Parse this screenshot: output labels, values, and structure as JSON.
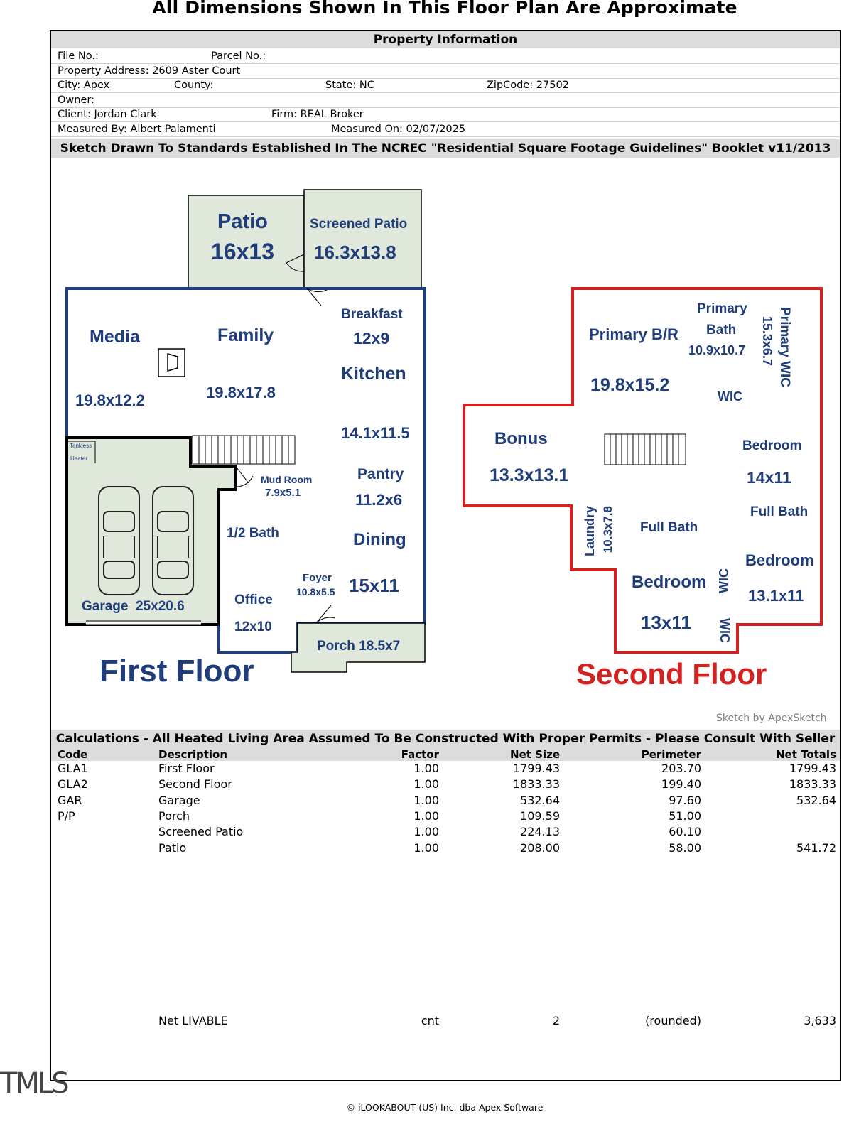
{
  "title": "All Dimensions Shown In This Floor Plan Are Approximate",
  "property_info": {
    "header": "Property Information",
    "file_no": "File No.:",
    "parcel_no": "Parcel No.:",
    "address": "Property Address: 2609 Aster Court",
    "city": "City: Apex",
    "county": "County:",
    "state": "State: NC",
    "zip": "ZipCode: 27502",
    "owner": "Owner:",
    "client": "Client: Jordan Clark",
    "firm": "Firm: REAL Broker",
    "measured_by": "Measured By: Albert Palamenti",
    "measured_on": "Measured On: 02/07/2025"
  },
  "sketch_header": "Sketch Drawn To Standards Established In The NCREC \"Residential Square Footage Guidelines\"  Booklet v11/2013",
  "first_floor": {
    "title": "First Floor",
    "color": "#1f3d7a",
    "rooms": {
      "patio": "Patio",
      "patio_size": "16x13",
      "screened": "Screened Patio",
      "screened_size": "16.3x13.8",
      "media": "Media",
      "media_size": "19.8x12.2",
      "family": "Family",
      "family_size": "19.8x17.8",
      "breakfast": "Breakfast",
      "breakfast_size": "12x9",
      "kitchen": "Kitchen",
      "kitchen_size": "14.1x11.5",
      "pantry": "Pantry",
      "pantry_size": "11.2x6",
      "mud": "Mud Room",
      "mud_size": "7.9x5.1",
      "half_bath": "1/2 Bath",
      "dining": "Dining",
      "dining_size": "15x11",
      "foyer": "Foyer",
      "foyer_size": "10.8x5.5",
      "office": "Office",
      "office_size": "12x10",
      "porch": "Porch 18.5x7",
      "garage": "Garage  25x20.6",
      "tankless": "Tankless",
      "heater": "Heater"
    }
  },
  "second_floor": {
    "title": "Second Floor",
    "color": "#d32020",
    "rooms": {
      "primary_br": "Primary B/R",
      "primary_br_size": "19.8x15.2",
      "primary_bath_1": "Primary",
      "primary_bath_2": "Bath",
      "primary_bath_size": "10.9x10.7",
      "primary_wic": "Primary WIC",
      "primary_wic_size": "15.3x6.7",
      "wic": "WIC",
      "bonus": "Bonus",
      "bonus_size": "13.3x13.1",
      "bedroom1": "Bedroom",
      "bedroom1_size": "14x11",
      "full_bath_1": "Full Bath",
      "laundry": "Laundry",
      "laundry_size": "10.3x7.8",
      "full_bath_2": "Full Bath",
      "bedroom2": "Bedroom",
      "bedroom2_size": "13.1x11",
      "bedroom3": "Bedroom",
      "bedroom3_size": "13x11",
      "wic2": "WIC",
      "wic3": "WIC"
    }
  },
  "sketch_credit": "Sketch by ApexSketch",
  "calculations": {
    "header": "Calculations - All Heated Living Area Assumed To Be Constructed With Proper Permits - Please Consult With Seller",
    "columns": [
      "Code",
      "Description",
      "Factor",
      "Net Size",
      "Perimeter",
      "Net Totals"
    ],
    "rows": [
      [
        "GLA1",
        "First Floor",
        "1.00",
        "1799.43",
        "203.70",
        "1799.43"
      ],
      [
        "GLA2",
        "Second Floor",
        "1.00",
        "1833.33",
        "199.40",
        "1833.33"
      ],
      [
        "GAR",
        "Garage",
        "1.00",
        "532.64",
        "97.60",
        "532.64"
      ],
      [
        "P/P",
        "Porch",
        "1.00",
        "109.59",
        "51.00",
        ""
      ],
      [
        "",
        "Screened Patio",
        "1.00",
        "224.13",
        "60.10",
        ""
      ],
      [
        "",
        "Patio",
        "1.00",
        "208.00",
        "58.00",
        "541.72"
      ]
    ],
    "net": [
      "",
      "Net LIVABLE",
      "cnt",
      "2",
      "(rounded)",
      "3,633"
    ]
  },
  "logo_text": "TMLS",
  "footer": "© iLOOKABOUT (US) Inc. dba Apex Software"
}
